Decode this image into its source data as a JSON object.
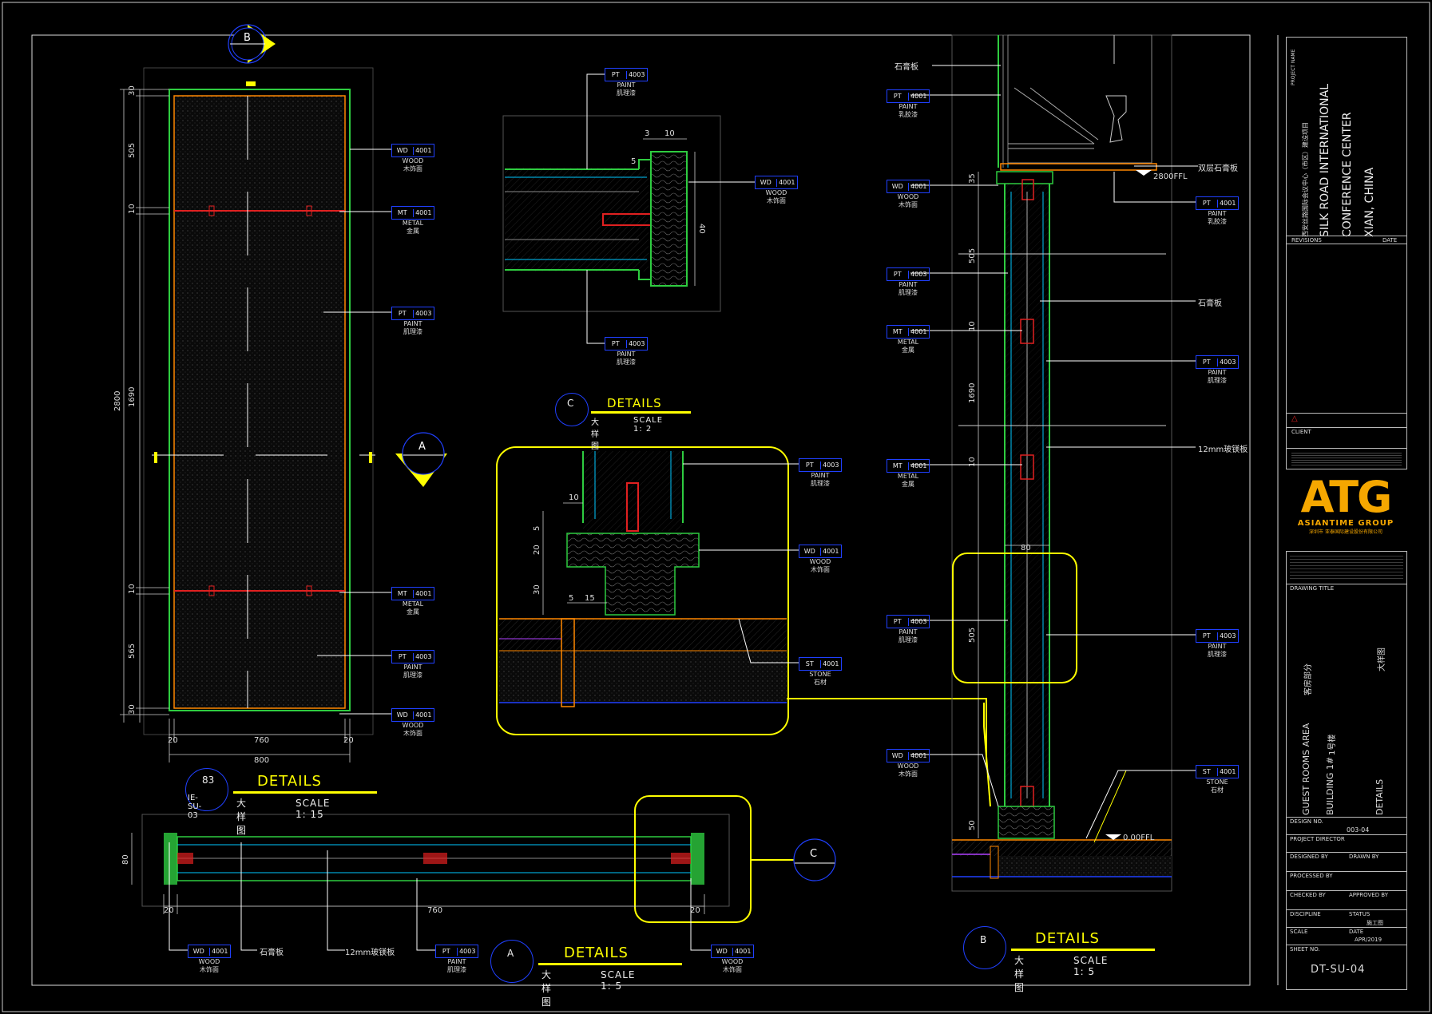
{
  "sheet": {
    "drawing_number": "DT-SU-04",
    "project_name_cn": "西安丝路国际会议中心（市区）建设项目",
    "project_name_en": [
      "SILK ROAD INTERNATIONAL",
      "CONFERENCE CENTER",
      "XIAN, CHINA"
    ],
    "label_project_name": "PROJECT NAME",
    "label_revisions": "REVISIONS",
    "label_date": "DATE",
    "label_client": "CLIENT",
    "company_logo": "ATG",
    "company_name_en": "ASIANTIME GROUP",
    "company_name_cn": "深圳市 亚泰国际建设股份有限公司",
    "label_drawing_title": "DRAWING TITLE",
    "area": "GUEST ROOMS AREA",
    "area_cn": "客房部分",
    "building": "BUILDING 1#",
    "building_cn": "1号楼",
    "title": "DETAILS",
    "title_cn": "大样图",
    "design_no": "003-04",
    "status_value": "施工图",
    "date_value": "APR/2019",
    "rows": [
      "DESIGN NO.",
      "PROJECT DIRECTOR",
      "DESIGNED BY",
      "DRAWN BY",
      "PROCESSED BY",
      "CHECKED BY",
      "APPROVED BY",
      "DISCIPLINE",
      "STATUS",
      "SCALE",
      "DATE",
      "SHEET NO."
    ]
  },
  "tags": {
    "wd": {
      "code": "WD",
      "num": "4001",
      "en": "WOOD",
      "cn": "木饰面"
    },
    "pt": {
      "code": "PT",
      "num": "4003",
      "en": "PAINT",
      "cn": "肌理漆"
    },
    "pt1": {
      "code": "PT",
      "num": "4001",
      "en": "PAINT",
      "cn": "乳胶漆"
    },
    "mt": {
      "code": "MT",
      "num": "4001",
      "en": "METAL",
      "cn": "金属"
    },
    "st": {
      "code": "ST",
      "num": "4001",
      "en": "STONE",
      "cn": "石材"
    }
  },
  "notes": {
    "gypsum": "石膏板",
    "double_gypsum": "双层石膏板",
    "glass12": "12mm玻镁板",
    "level1": "2800FFL",
    "level0": "0.00FFL"
  },
  "detail_titles": {
    "d83": {
      "id": "83",
      "ref": "IE-SU-03",
      "title": "DETAILS",
      "cn": "大样图",
      "scale": "SCALE 1:  15"
    },
    "dA": {
      "id": "A",
      "title": "DETAILS",
      "cn": "大样图",
      "scale": "SCALE 1:  5"
    },
    "dB": {
      "id": "B",
      "title": "DETAILS",
      "cn": "大样图",
      "scale": "SCALE 1:  5"
    },
    "dC": {
      "id": "C",
      "title": "DETAILS",
      "cn": "大样图",
      "scale": "SCALE 1:  2"
    }
  },
  "dims": {
    "elev_left": [
      "30",
      "505",
      "10",
      "1690",
      "10",
      "565",
      "30"
    ],
    "elev_total": "2800",
    "elev_bottom": [
      "20",
      "760",
      "20"
    ],
    "elev_width": "800",
    "plan_a": [
      "20",
      "760",
      "20"
    ],
    "plan_a_depth": "80",
    "detail_c": [
      "3",
      "10",
      "5",
      "40"
    ],
    "detail_zoom": [
      "10",
      "5",
      "20",
      "30",
      "5",
      "15"
    ],
    "sec_b": [
      "35",
      "505",
      "10",
      "1690",
      "10",
      "80",
      "505",
      "50"
    ]
  },
  "markers": {
    "A": "A",
    "B": "B",
    "C": "C"
  },
  "colors": {
    "line": "#ffff00",
    "green": "#2ecc40",
    "red": "#e02020",
    "cyan": "#00c8ff",
    "blue": "#2040ff",
    "orange": "#ff8800",
    "white": "#e8e8e8"
  }
}
